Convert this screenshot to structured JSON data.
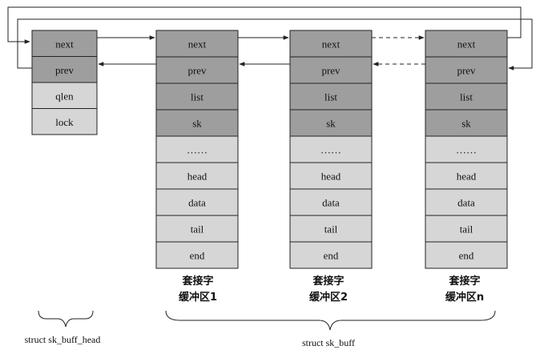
{
  "head_struct": {
    "fields": [
      "next",
      "prev",
      "qlen",
      "lock"
    ],
    "shading": [
      "dark",
      "dark",
      "light",
      "light"
    ],
    "label": "struct sk_buff_head"
  },
  "buffers": [
    {
      "fields": [
        "next",
        "prev",
        "list",
        "sk",
        "……",
        "head",
        "data",
        "tail",
        "end"
      ],
      "shading": [
        "dark",
        "dark",
        "dark",
        "dark",
        "light",
        "light",
        "light",
        "light",
        "light"
      ],
      "caption_line1": "套接字",
      "caption_line2": "缓冲区1"
    },
    {
      "fields": [
        "next",
        "prev",
        "list",
        "sk",
        "……",
        "head",
        "data",
        "tail",
        "end"
      ],
      "shading": [
        "dark",
        "dark",
        "dark",
        "dark",
        "light",
        "light",
        "light",
        "light",
        "light"
      ],
      "caption_line1": "套接字",
      "caption_line2": "缓冲区2"
    },
    {
      "fields": [
        "next",
        "prev",
        "list",
        "sk",
        "……",
        "head",
        "data",
        "tail",
        "end"
      ],
      "shading": [
        "dark",
        "dark",
        "dark",
        "dark",
        "light",
        "light",
        "light",
        "light",
        "light"
      ],
      "caption_line1": "套接字",
      "caption_line2": "缓冲区n"
    }
  ],
  "buff_group_label": "struct sk_buff"
}
